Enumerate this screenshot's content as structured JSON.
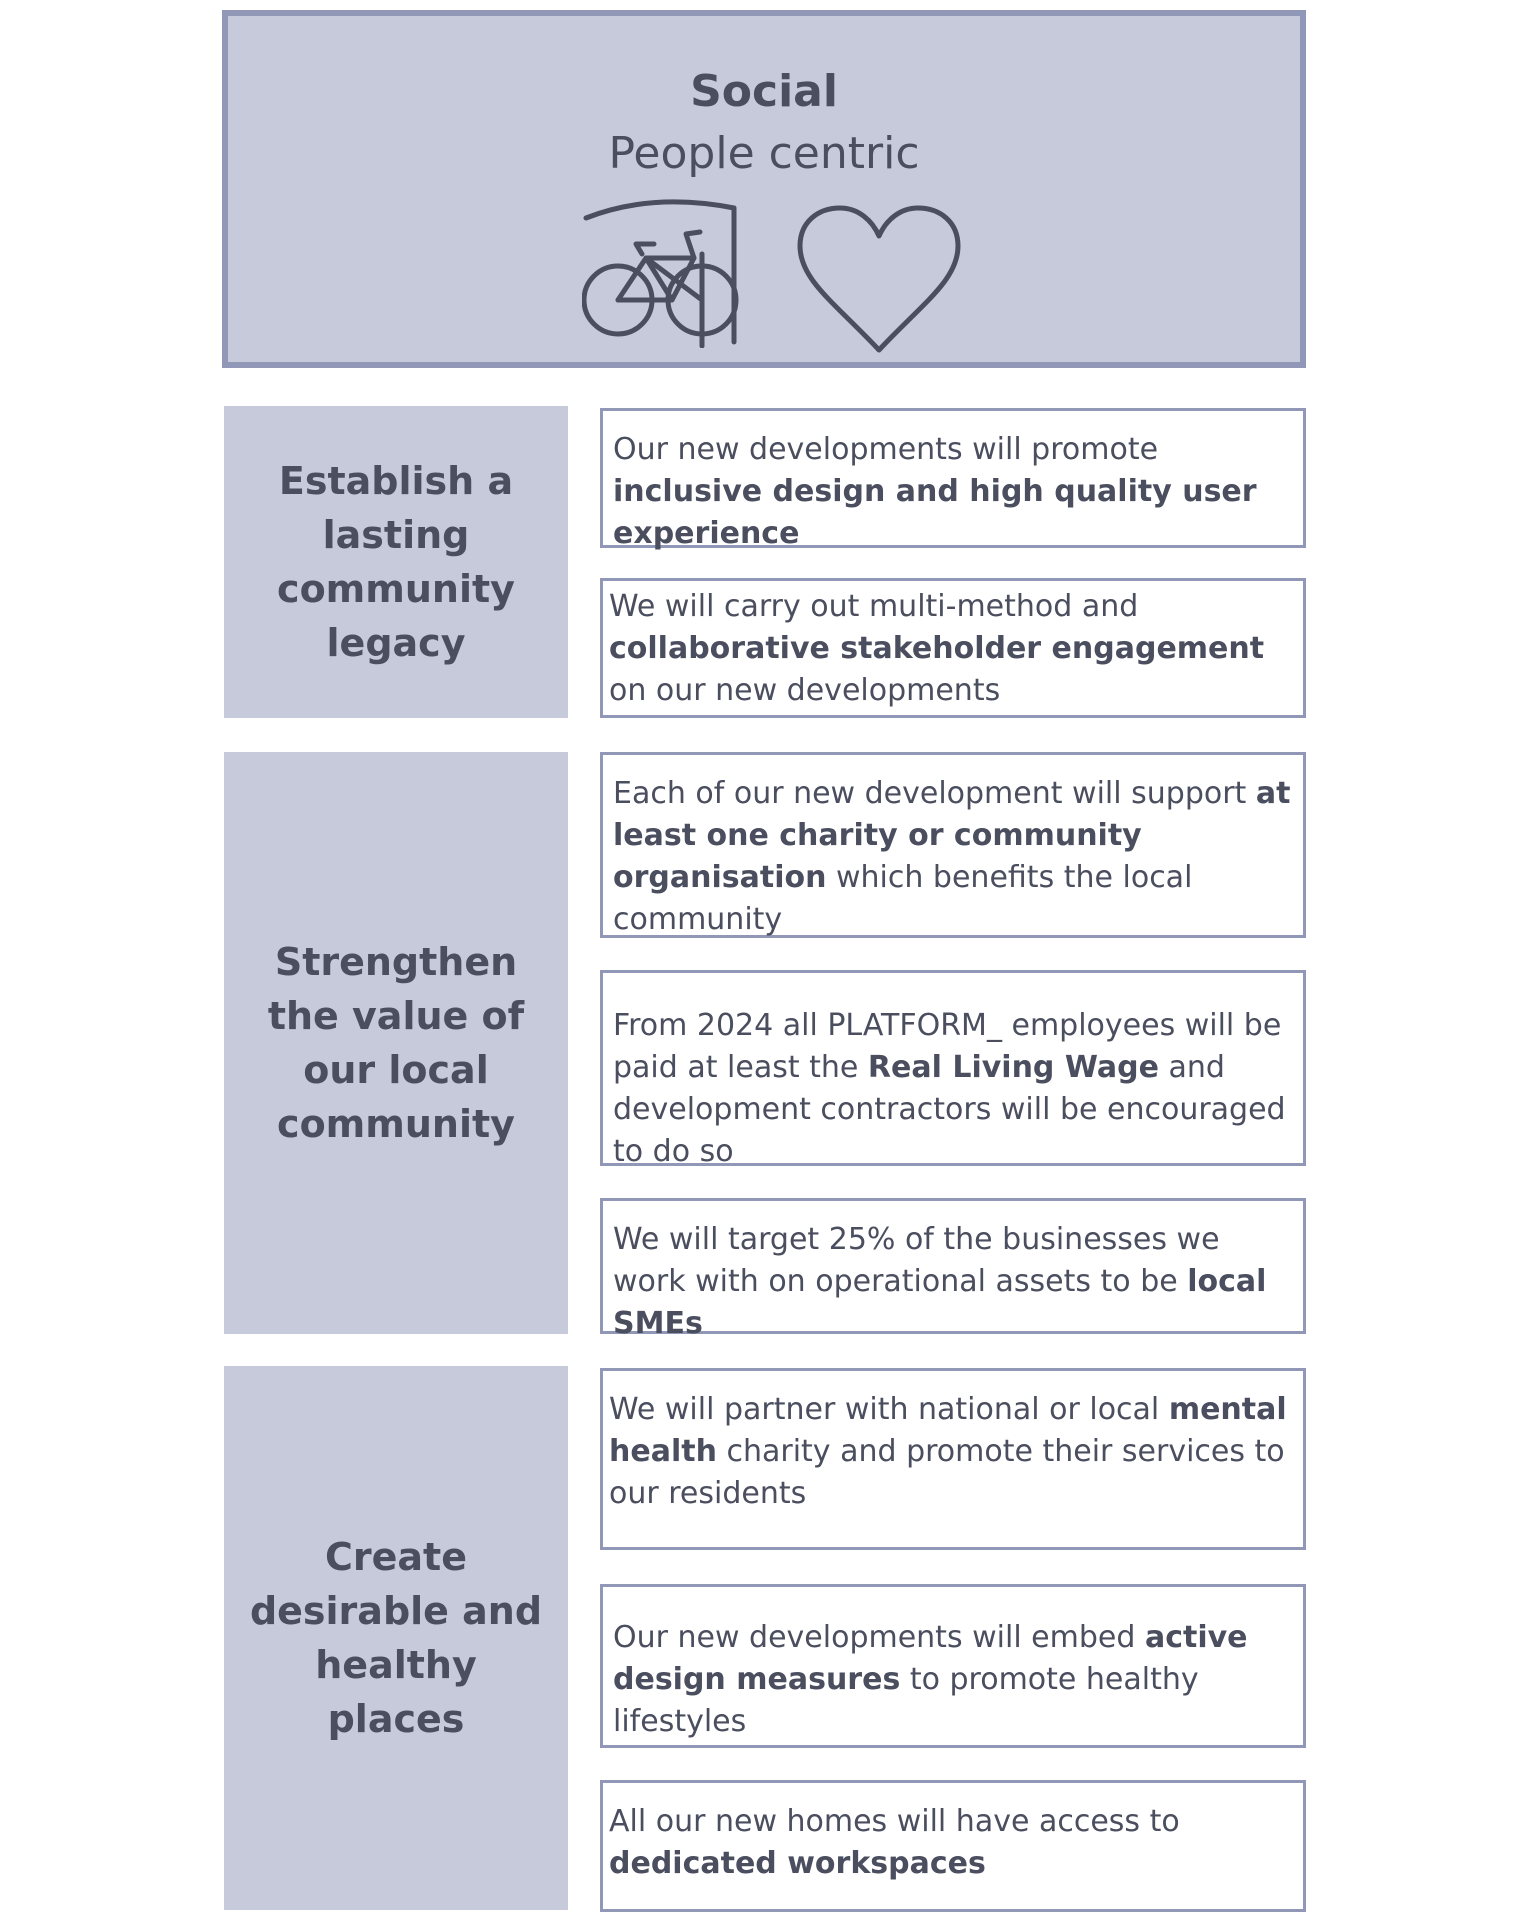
{
  "header": {
    "title": "Social",
    "subtitle": "People centric",
    "icons": [
      "bicycle-shelter-icon",
      "heart-icon"
    ]
  },
  "groups": [
    {
      "label": "Establish a lasting community legacy",
      "items": [
        {
          "pre": "Our new developments will promote ",
          "bold": "inclusive design and high quality user experience",
          "post": ""
        },
        {
          "pre": "We will carry out multi-method and ",
          "bold": "collaborative stakeholder engagement",
          "post": " on our new developments"
        }
      ]
    },
    {
      "label": "Strengthen the value of our local community",
      "items": [
        {
          "pre": "Each of our new development will support ",
          "bold": "at least one charity or community  organisation",
          "post": " which benefits the local community"
        },
        {
          "pre": "From 2024 all PLATFORM_ employees will be paid at least the ",
          "bold": "Real Living Wage",
          "post": " and development contractors will be encouraged to do so"
        },
        {
          "pre": "We will target 25% of the businesses we work with on operational assets to be ",
          "bold": "local SMEs",
          "post": ""
        }
      ]
    },
    {
      "label": "Create desirable and healthy places",
      "items": [
        {
          "pre": "We will partner with national or local ",
          "bold": "mental health",
          "post": " charity and promote their services to our residents"
        },
        {
          "pre": "Our new developments will embed ",
          "bold": "active design measures",
          "post": " to promote healthy lifestyles"
        },
        {
          "pre": "All our new homes will have access to ",
          "bold": "dedicated workspaces",
          "post": ""
        }
      ]
    }
  ]
}
